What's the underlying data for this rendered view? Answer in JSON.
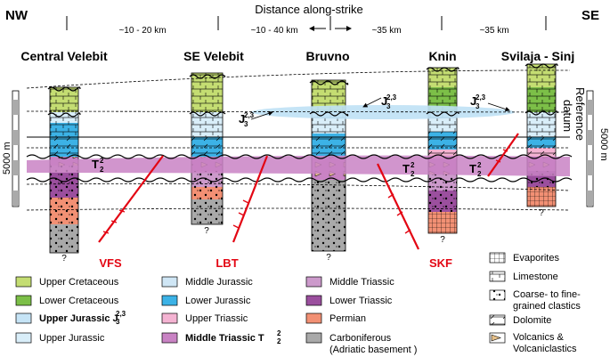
{
  "orientation": {
    "left": "NW",
    "right": "SE",
    "axis_label": "Distance along-strike"
  },
  "distances": [
    "~10 - 20 km",
    "~10 - 40 km",
    "~35 km",
    "~35 km"
  ],
  "columns": [
    {
      "name": "Central Velebit"
    },
    {
      "name": "SE Velebit"
    },
    {
      "name": "Bruvno"
    },
    {
      "name": "Knin"
    },
    {
      "name": "Svilaja - Sinj"
    }
  ],
  "scale": {
    "label": "5000 m"
  },
  "reference_datum": {
    "line1": "Reference",
    "line2": "datum"
  },
  "unit_labels": {
    "j3_sub": "3",
    "j3_sup": "2,3",
    "t2_sub": "2",
    "t2_sup": "2"
  },
  "faults": [
    {
      "code": "VFS",
      "color": "#e30613"
    },
    {
      "code": "LBT",
      "color": "#e30613"
    },
    {
      "code": "SKF",
      "color": "#e30613"
    }
  ],
  "unknown_mark": "?",
  "legend": {
    "col1": [
      {
        "label": "Upper Cretaceous",
        "color": "#c4dd72"
      },
      {
        "label": "Lower Cretaceous",
        "color": "#7cbf48"
      },
      {
        "label": "Upper Jurassic J",
        "color": "#c6e4f6",
        "bold": true
      },
      {
        "label": "Upper Jurassic",
        "color": "#d9eef9"
      }
    ],
    "col2": [
      {
        "label": "Middle Jurassic",
        "color": "#cfe6f5"
      },
      {
        "label": "Lower Jurassic",
        "color": "#3cb2e6"
      },
      {
        "label": "Upper Triassic",
        "color": "#f4b3d2"
      },
      {
        "label": "Middle Triassic T",
        "color": "#c983c4",
        "bold": true
      }
    ],
    "col3": [
      {
        "label": "Middle Triassic",
        "color": "#cc9acb"
      },
      {
        "label": "Lower Triassic",
        "color": "#9b4f9e"
      },
      {
        "label": "Permian",
        "color": "#f29074"
      },
      {
        "label": "Carboniferous",
        "label2": "(Adriatic basement )",
        "color": "#a9a9a9"
      }
    ],
    "col4": [
      {
        "label": "Evaporites",
        "icon": "grid-pattern"
      },
      {
        "label": "Limestone",
        "icon": "brick-pattern"
      },
      {
        "label": "Coarse- to fine-",
        "label2": "grained clastics",
        "icon": "dot-pattern"
      },
      {
        "label": "Dolomite",
        "icon": "rhomb-pattern"
      },
      {
        "label": "Volcanics &",
        "label2": "Volcaniclastics",
        "icon": "volcanic-pattern"
      }
    ]
  }
}
